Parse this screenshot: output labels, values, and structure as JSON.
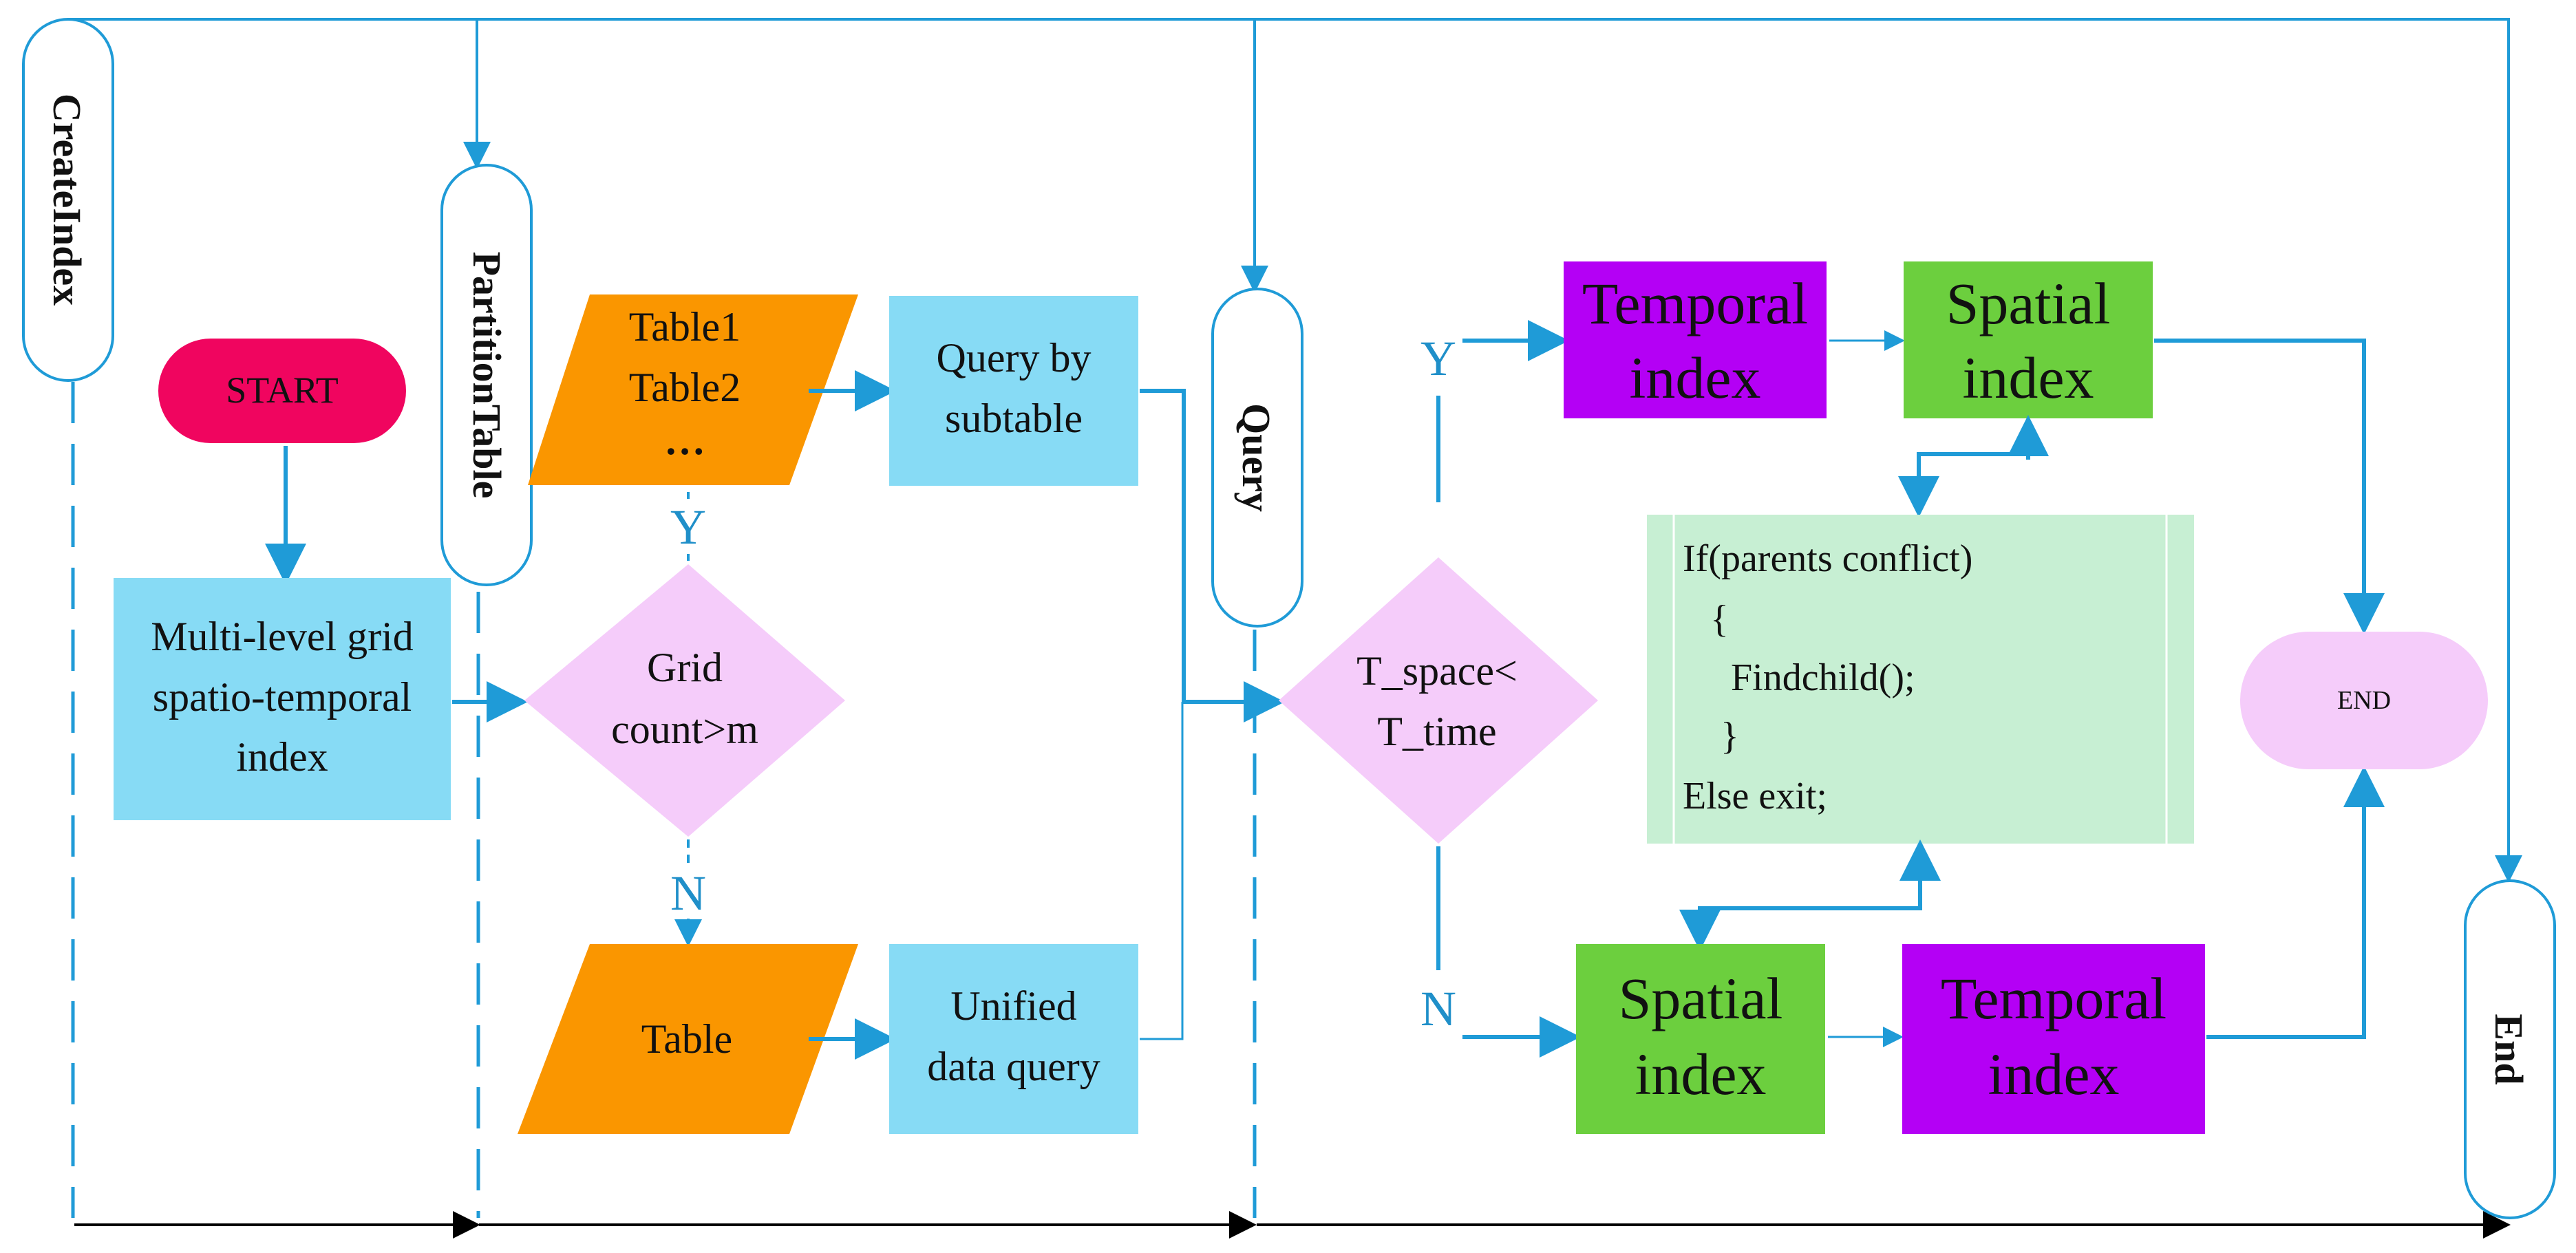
{
  "lanes": [
    {
      "label": "CreateIndex"
    },
    {
      "label": "PartitionTable"
    },
    {
      "label": "Query"
    },
    {
      "label": "End"
    }
  ],
  "nodes": {
    "start": "START",
    "multi_level_index": [
      "Multi-level grid",
      "spatio-temporal",
      "index"
    ],
    "grid_decision": [
      "Grid",
      "count>m"
    ],
    "tables_multi": [
      "Table1",
      "Table2",
      "…"
    ],
    "table_single": "Table",
    "query_subtable": [
      "Query by",
      "subtable"
    ],
    "unified_query": [
      "Unified",
      "data query"
    ],
    "space_time_decision": [
      "T_space<",
      "T_time"
    ],
    "temporal_index_top": [
      "Temporal",
      "index"
    ],
    "spatial_index_top": [
      "Spatial",
      "index"
    ],
    "spatial_index_bottom": [
      "Spatial",
      "index"
    ],
    "temporal_index_bottom": [
      "Temporal",
      "index"
    ],
    "conflict_code": [
      "If(parents conflict)",
      "{",
      "Findchild();",
      "}",
      "Else  exit;"
    ],
    "end": "END"
  },
  "branch_labels": {
    "grid_yes": "Y",
    "grid_no": "N",
    "time_yes": "Y",
    "time_no": "N"
  },
  "colors": {
    "arrow": "#1f9bd7",
    "blue_box": "#87dbf5",
    "orange": "#fa9600",
    "pink_diamond": "#f5ccfa",
    "start": "#f0055f",
    "purple": "#b400f5",
    "green": "#6ccf3e",
    "code_bg": "#c7efd3",
    "end_node": "#f5ccfa"
  }
}
